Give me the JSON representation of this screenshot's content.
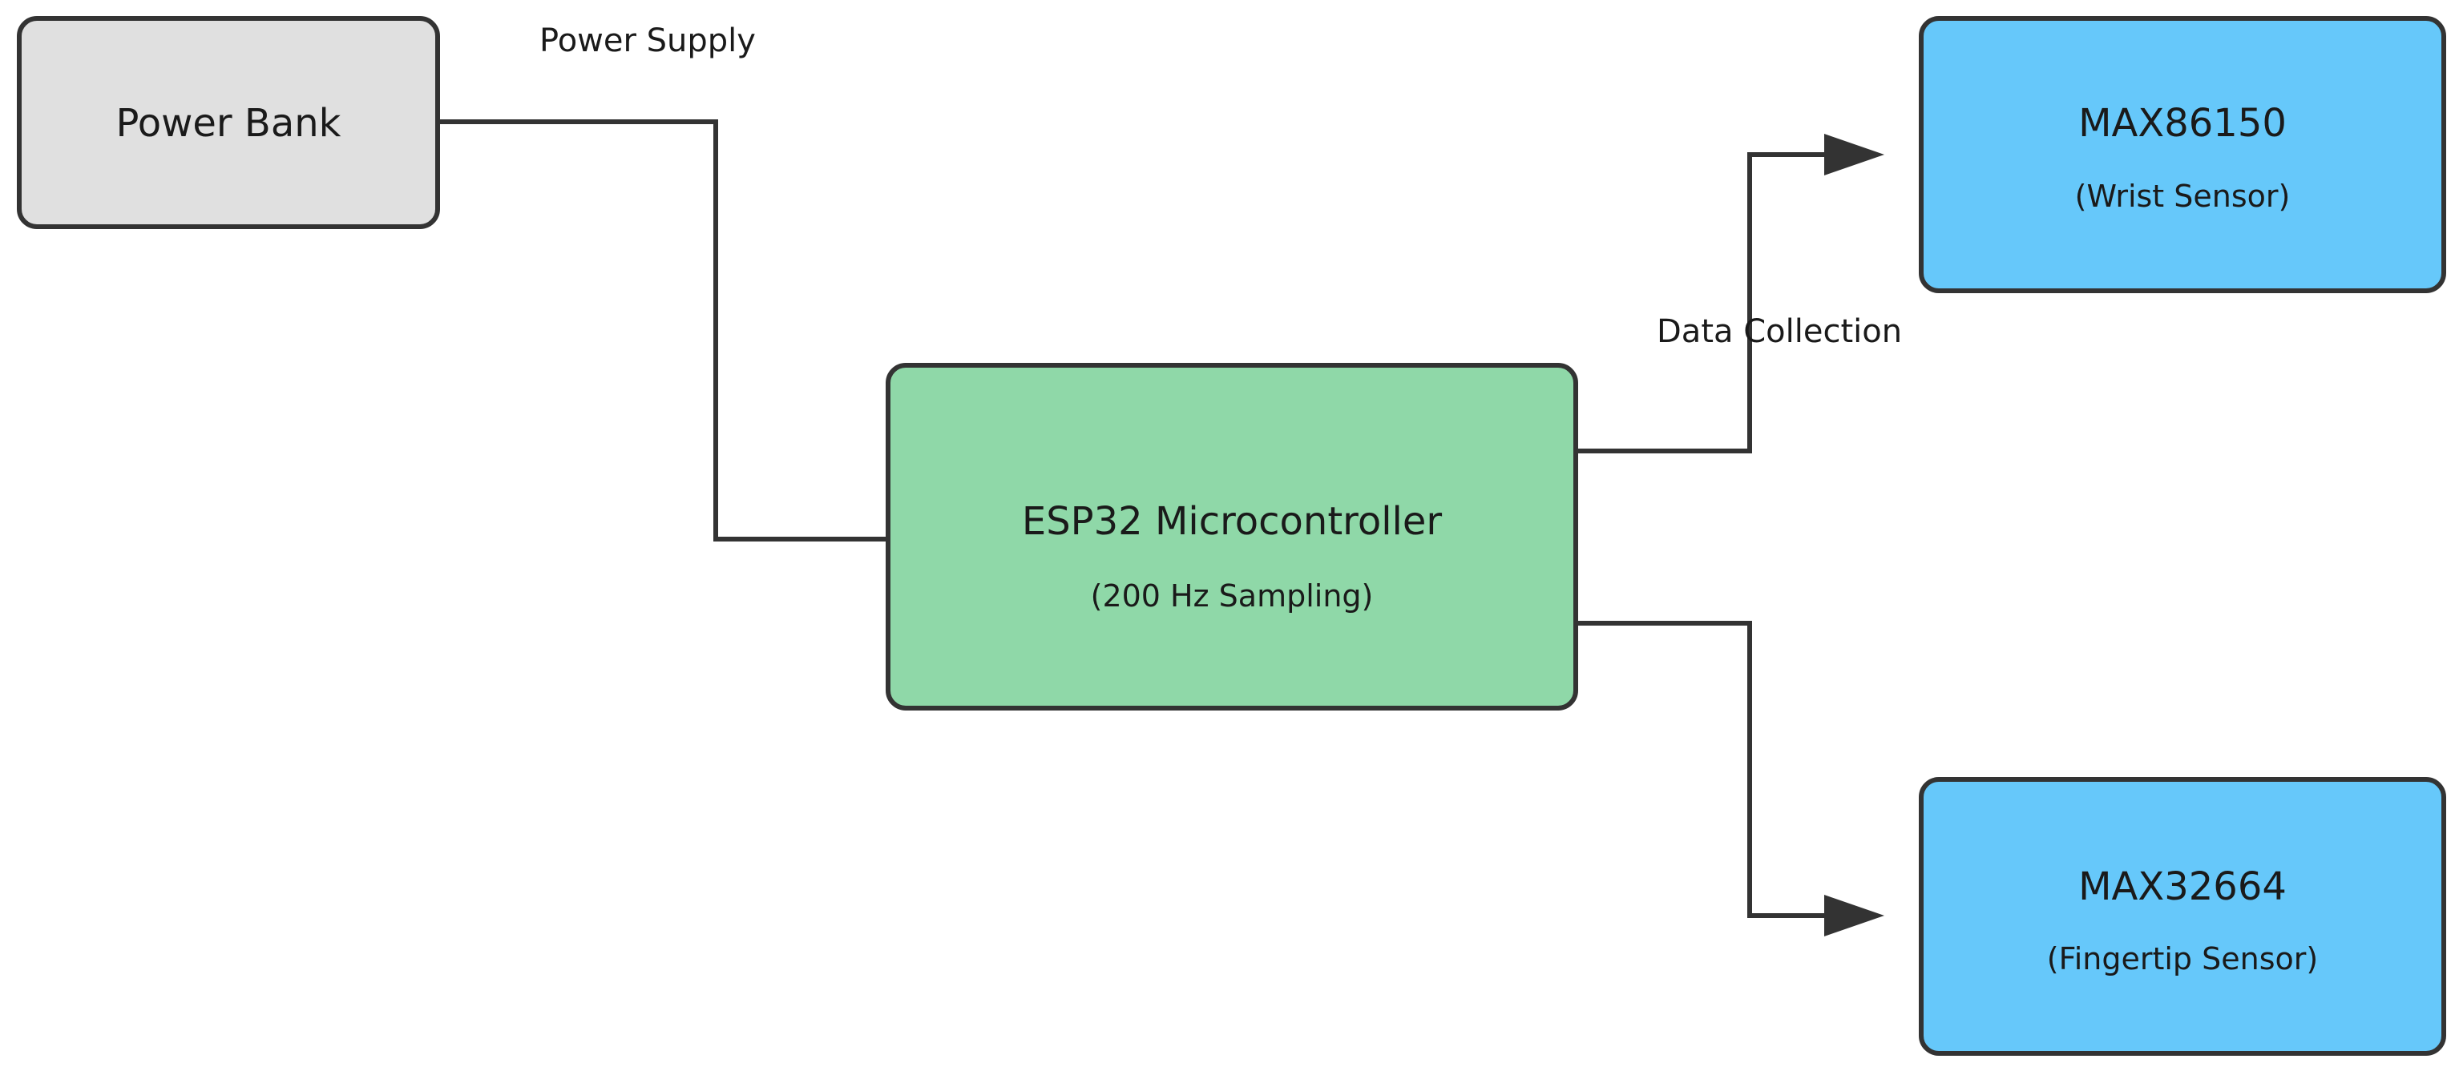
{
  "nodes": {
    "power_bank": {
      "title": "Power Bank",
      "fill": "#e0e0e0"
    },
    "esp32": {
      "title": "ESP32 Microcontroller",
      "subtitle": "(200 Hz Sampling)",
      "fill": "#8fd8a8"
    },
    "max86150": {
      "title": "MAX86150",
      "subtitle": "(Wrist Sensor)",
      "fill": "#66c8fa"
    },
    "max32664": {
      "title": "MAX32664",
      "subtitle": "(Fingertip Sensor)",
      "fill": "#66c8fa"
    }
  },
  "edges": {
    "power": {
      "label": "Power Supply"
    },
    "data": {
      "label": "Data Collection"
    }
  },
  "colors": {
    "line": "#333333",
    "text": "#1a1a1a"
  }
}
